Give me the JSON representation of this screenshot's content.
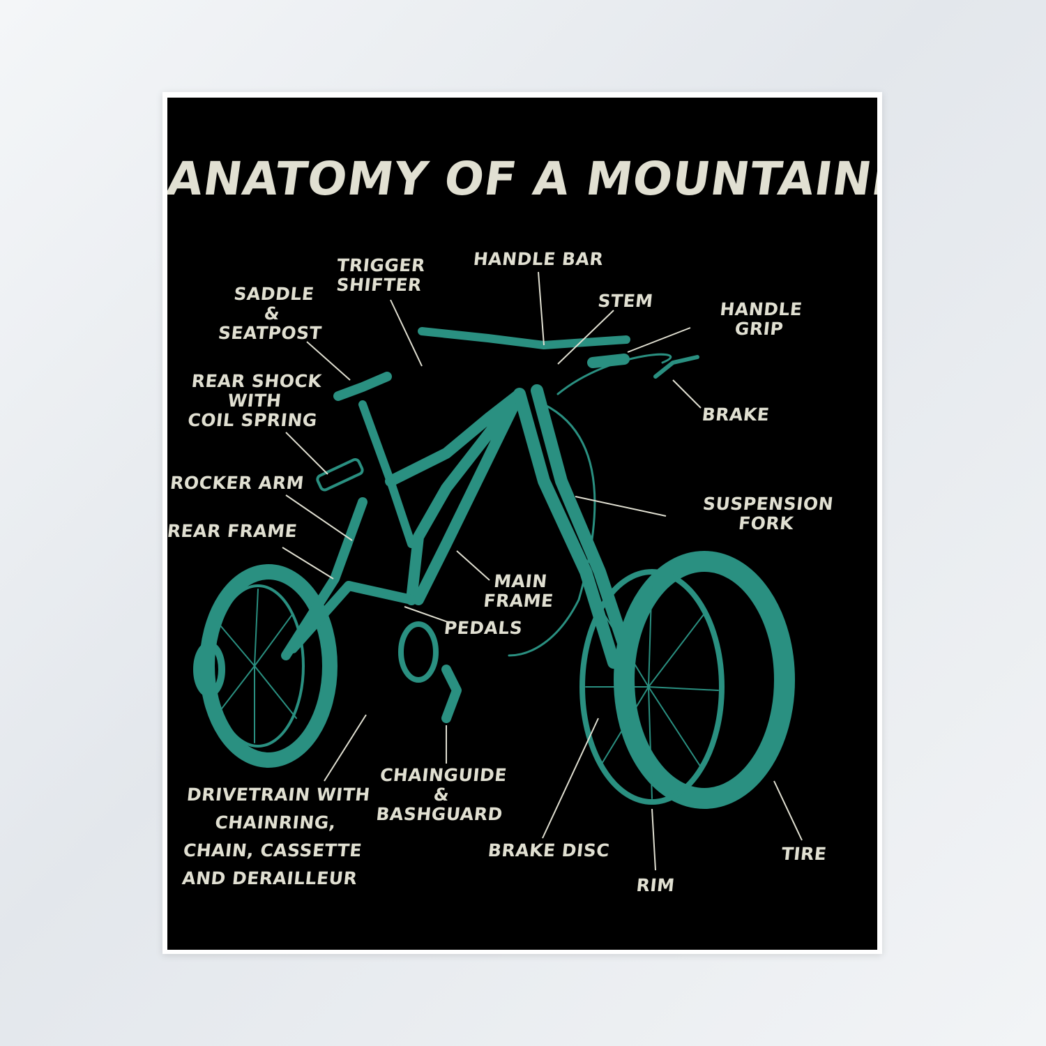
{
  "title": "ANATOMY OF A MOUNTAINBIKE",
  "colors": {
    "background": "#000000",
    "text": "#e1e0d2",
    "bike": "#2a9081",
    "leader_lines": "#e1e0d2"
  },
  "labels": {
    "trigger_shifter": "TRIGGER\nSHIFTER",
    "handle_bar": "HANDLE BAR",
    "stem": "STEM",
    "handle_grip": "HANDLE GRIP",
    "saddle_seatpost": "SADDLE\n&\nSEATPOST",
    "brake": "BRAKE",
    "rear_shock": "REAR SHOCK\nWITH\nCOIL SPRING",
    "rocker_arm": "ROCKER ARM",
    "suspension_fork": "SUSPENSION FORK",
    "rear_frame": "REAR FRAME",
    "main_frame": "MAIN\nFRAME",
    "pedals": "PEDALS",
    "drivetrain": "DRIVETRAIN WITH\nCHAINRING,\nCHAIN, CASSETTE\nAND DERAILLEUR",
    "chainguide": "CHAINGUIDE\n&\nBASHGUARD",
    "brake_disc": "BRAKE DISC",
    "rim": "RIM",
    "tire": "TIRE"
  }
}
